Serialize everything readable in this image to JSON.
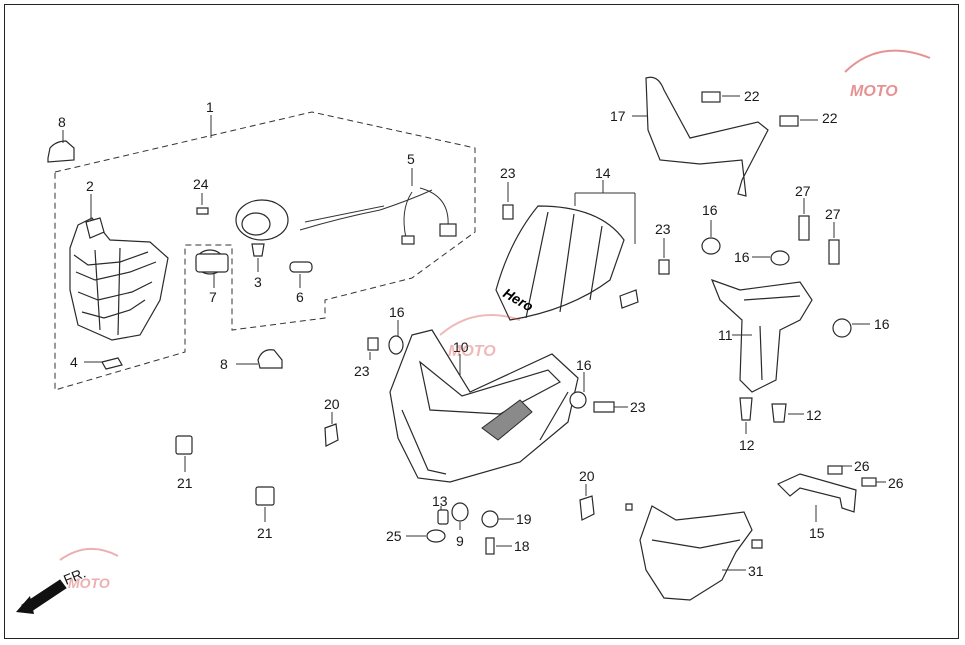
{
  "diagram": {
    "callouts": {
      "c1": "1",
      "c2": "2",
      "c3": "3",
      "c4": "4",
      "c5": "5",
      "c6": "6",
      "c7": "7",
      "c8a": "8",
      "c8b": "8",
      "c9": "9",
      "c10": "10",
      "c11": "11",
      "c12a": "12",
      "c12b": "12",
      "c13": "13",
      "c14": "14",
      "c15": "15",
      "c16a": "16",
      "c16b": "16",
      "c16c": "16",
      "c16d": "16",
      "c16e": "16",
      "c17": "17",
      "c18": "18",
      "c19": "19",
      "c20a": "20",
      "c20b": "20",
      "c21a": "21",
      "c21b": "21",
      "c22a": "22",
      "c22b": "22",
      "c23a": "23",
      "c23b": "23",
      "c23c": "23",
      "c23d": "23",
      "c24": "24",
      "c25": "25",
      "c26a": "26",
      "c26b": "26",
      "c27a": "27",
      "c27b": "27",
      "c31": "31"
    },
    "visor_brand": "Hero",
    "direction_label": "FR.",
    "watermark": "MOTO"
  },
  "colors": {
    "line": "#2a2a2a",
    "watermark": "#d23a3a"
  }
}
